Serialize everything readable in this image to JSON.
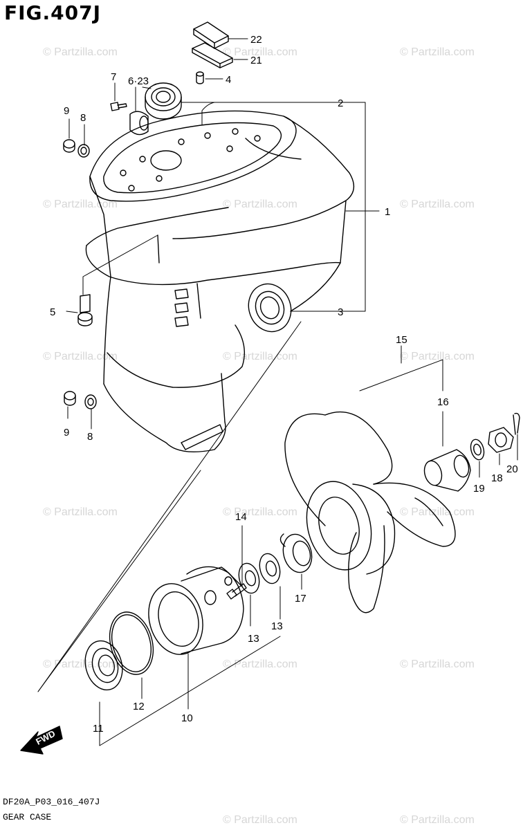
{
  "figure": {
    "title": "FIG.407J",
    "drawing_code": "DF20A_P03_016_407J",
    "section_name": "GEAR CASE",
    "watermark": "© Partzilla.com",
    "direction_label": "FWD"
  },
  "callouts": [
    "1",
    "2",
    "3",
    "4",
    "5",
    "6·23",
    "7",
    "8",
    "9",
    "10",
    "11",
    "12",
    "13",
    "14",
    "15",
    "16",
    "17",
    "18",
    "19",
    "20",
    "21",
    "22"
  ],
  "colors": {
    "line": "#000000",
    "watermark": "#d6d6d6",
    "background": "#ffffff"
  }
}
